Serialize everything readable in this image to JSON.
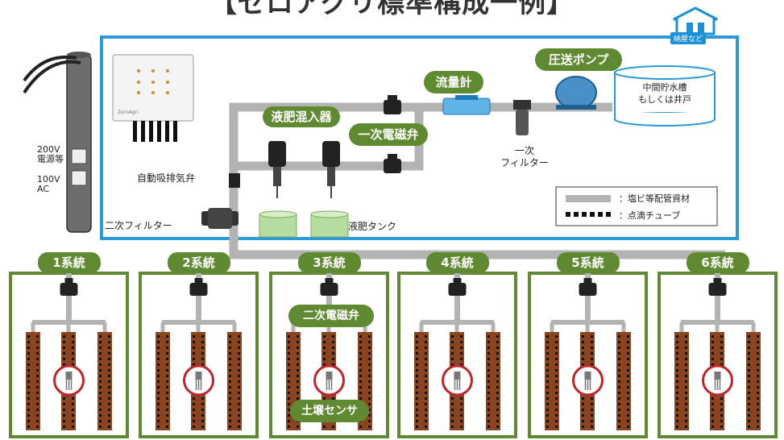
{
  "title": "【ゼロアグリ標準構成一例】",
  "hut_label": "納屋など",
  "components": {
    "mixer": "液肥混入器",
    "valve1": "一次電磁弁",
    "flowmeter": "流量計",
    "pump": "圧送ポンプ",
    "tank": "中間貯水槽\nもしくは井戸",
    "filter1": "一次\nフィルター",
    "airvalve": "自動吸排気弁",
    "filter2": "二次フィルター",
    "fert_tank": "液肥タンク",
    "power_200": "200V\n電源等",
    "power_100": "100V\nAC",
    "controller_brand": "ZeroAgri"
  },
  "legend": {
    "pipe": "：塩ビ等配管資材",
    "drip": "：点滴チューブ"
  },
  "systems": [
    "1系統",
    "2系統",
    "3系統",
    "4系統",
    "5系統",
    "6系統"
  ],
  "callouts": {
    "valve2": "二次電磁弁",
    "soil_sensor": "土壌センサ"
  },
  "colors": {
    "frame_blue": "#2a9ad8",
    "plot_green": "#5f8a32",
    "pipe_gray": "#b3b3b3",
    "soil_brown": "#8a4420",
    "tank_green": "#b5dda0"
  }
}
